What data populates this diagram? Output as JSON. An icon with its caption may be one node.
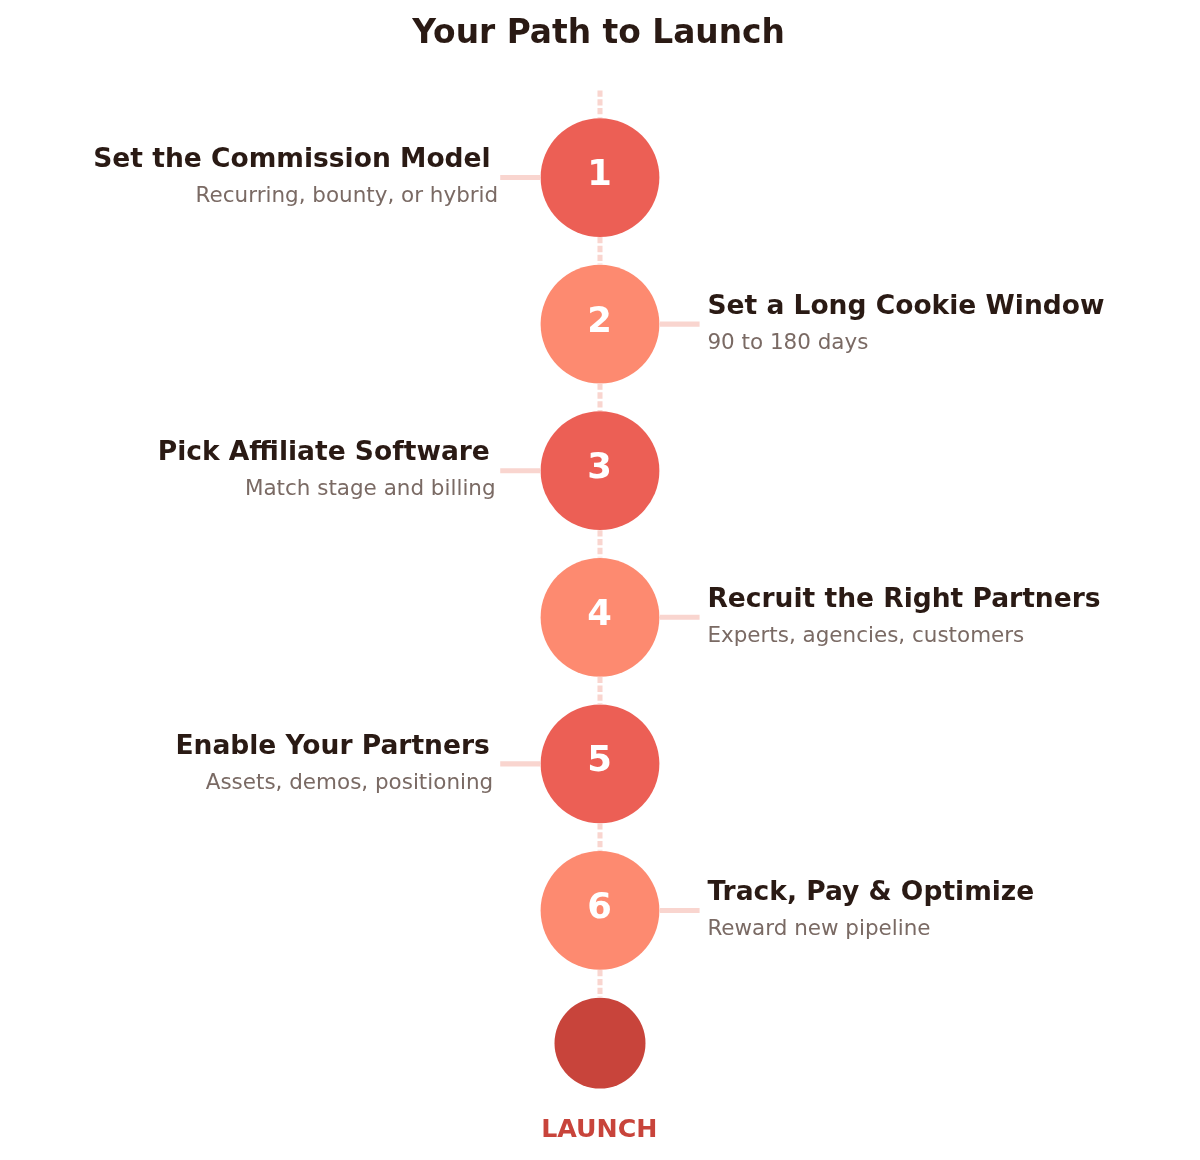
{
  "diagram": {
    "title": "Your Path to Launch",
    "nodes": [
      {
        "text": [
          "Set the Commission Model",
          "Recurring, bounty, or hybrid"
        ]
      },
      {
        "text": [
          "1"
        ]
      },
      {
        "text": [
          "2"
        ]
      },
      {
        "text": [
          "Set a Long Cookie Window",
          "90 to 180 days"
        ]
      },
      {
        "text": [
          "Pick Affiliate Software",
          "Match stage and billing"
        ]
      },
      {
        "text": [
          "3"
        ]
      },
      {
        "text": [
          "4"
        ]
      },
      {
        "text": [
          "Recruit the Right Partners",
          "Experts, agencies, customers"
        ]
      },
      {
        "text": [
          "Enable Your Partners",
          "Assets, demos, positioning"
        ]
      },
      {
        "text": [
          "5"
        ]
      },
      {
        "text": [
          "6"
        ]
      },
      {
        "text": [
          "Track, Pay & Optimize",
          "Reward new pipeline"
        ]
      },
      {
        "text": [],
        "shape": "circle",
        "beside": [
          "LAUNCH"
        ]
      }
    ],
    "edges": [
      {
        "from": null,
        "to": 1,
        "arrow": "none",
        "style": "dashed"
      },
      {
        "from": 0,
        "to": 1,
        "arrow": "none"
      },
      {
        "from": 1,
        "to": 2,
        "arrow": "none",
        "style": "dashed"
      },
      {
        "from": 2,
        "to": 3,
        "arrow": "none"
      },
      {
        "from": 2,
        "to": 5,
        "arrow": "none",
        "style": "dashed"
      },
      {
        "from": 4,
        "to": 5,
        "arrow": "none"
      },
      {
        "from": 5,
        "to": 6,
        "arrow": "none",
        "style": "dashed"
      },
      {
        "from": 6,
        "to": 7,
        "arrow": "none"
      },
      {
        "from": 6,
        "to": 9,
        "arrow": "none",
        "style": "dashed"
      },
      {
        "from": 8,
        "to": 9,
        "arrow": "none"
      },
      {
        "from": 9,
        "to": 10,
        "arrow": "none",
        "style": "dashed"
      },
      {
        "from": 10,
        "to": 11,
        "arrow": "none"
      },
      {
        "from": 10,
        "to": 12,
        "arrow": "none",
        "style": "dashed"
      }
    ]
  }
}
